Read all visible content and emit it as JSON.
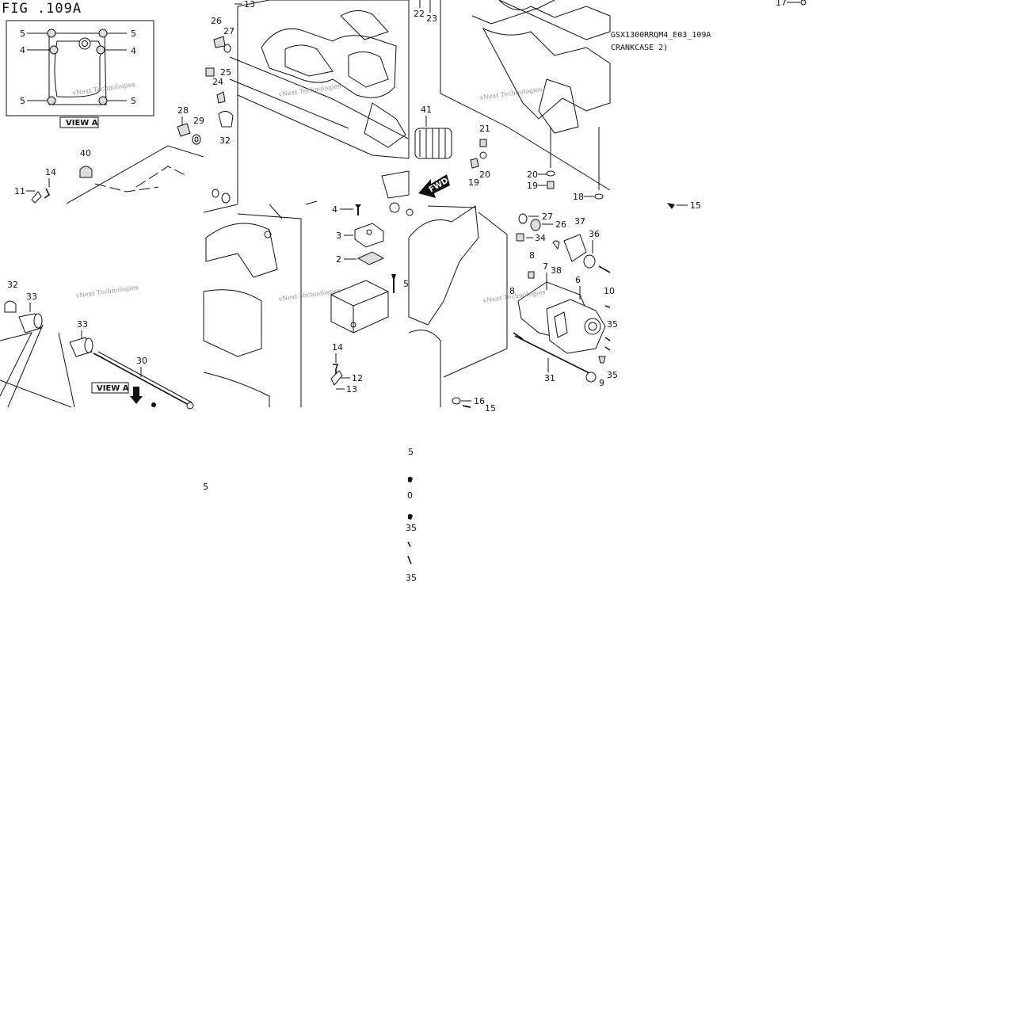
{
  "figure": {
    "title": "FIG .109A",
    "model_code": "GSX1300RRQM4_E03_109A",
    "section_name": "CRANKCASE 2)"
  },
  "view_labels": {
    "view_a_1": "VIEW A",
    "view_a_2": "VIEW A",
    "fwd": "FWD"
  },
  "watermark": "vNext Technologies",
  "callouts": [
    "5",
    "5",
    "4",
    "4",
    "5",
    "5",
    "28",
    "29",
    "40",
    "14",
    "11",
    "26",
    "27",
    "25",
    "24",
    "32",
    "13",
    "22",
    "23",
    "41",
    "21",
    "20",
    "19",
    "20",
    "19",
    "18",
    "17",
    "15",
    "32",
    "33",
    "33",
    "30",
    "4",
    "3",
    "2",
    "5",
    "14",
    "12",
    "13",
    "27",
    "26",
    "34",
    "8",
    "7",
    "38",
    "37",
    "36",
    "8",
    "6",
    "10",
    "31",
    "9",
    "16",
    "15",
    "5",
    "0",
    "35",
    "35"
  ],
  "colors": {
    "ink": "#111111",
    "paper": "#ffffff",
    "watermark": "#777777"
  }
}
